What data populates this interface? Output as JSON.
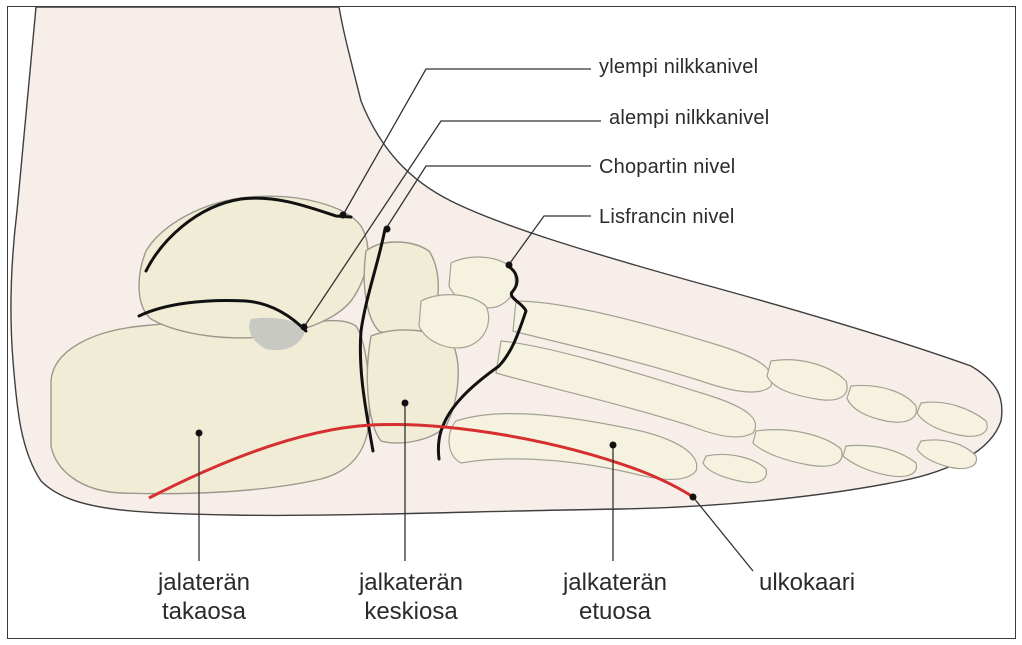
{
  "colors": {
    "skin": "#f8eee9",
    "bone": "#f1ecd6",
    "joint_line": "#111111",
    "arch_line": "#d62f2f",
    "text": "#2b2b2b"
  },
  "labels": {
    "upper_ankle": "ylempi nilkkanivel",
    "lower_ankle": "alempi nilkkanivel",
    "chopart": "Chopartin nivel",
    "lisfranc": "Lisfrancin nivel",
    "hindfoot": [
      "jalaterän",
      "takaosa"
    ],
    "midfoot": [
      "jalkaterän",
      "keskiosa"
    ],
    "forefoot": [
      "jalkaterän",
      "etuosa"
    ],
    "lateral_arch": "ulkokaari"
  }
}
